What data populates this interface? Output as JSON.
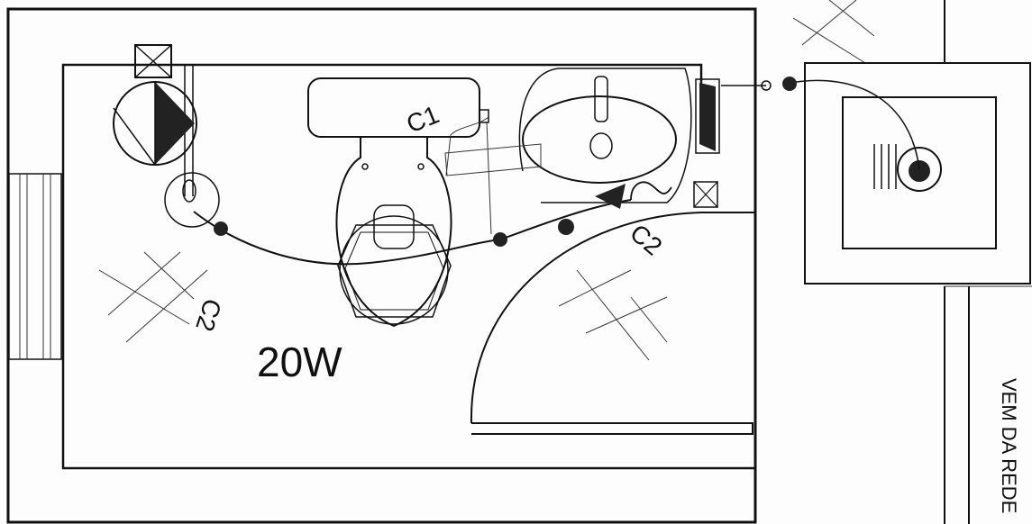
{
  "labels": {
    "circuit_c1": "C1",
    "circuit_c2_lower": "C2",
    "circuit_c2_right": "C2",
    "power": "20W",
    "feed_from_network": "VEM DA REDE"
  },
  "colors": {
    "line": "#111111",
    "background": "#fdfdfd",
    "fill": "#222222"
  }
}
